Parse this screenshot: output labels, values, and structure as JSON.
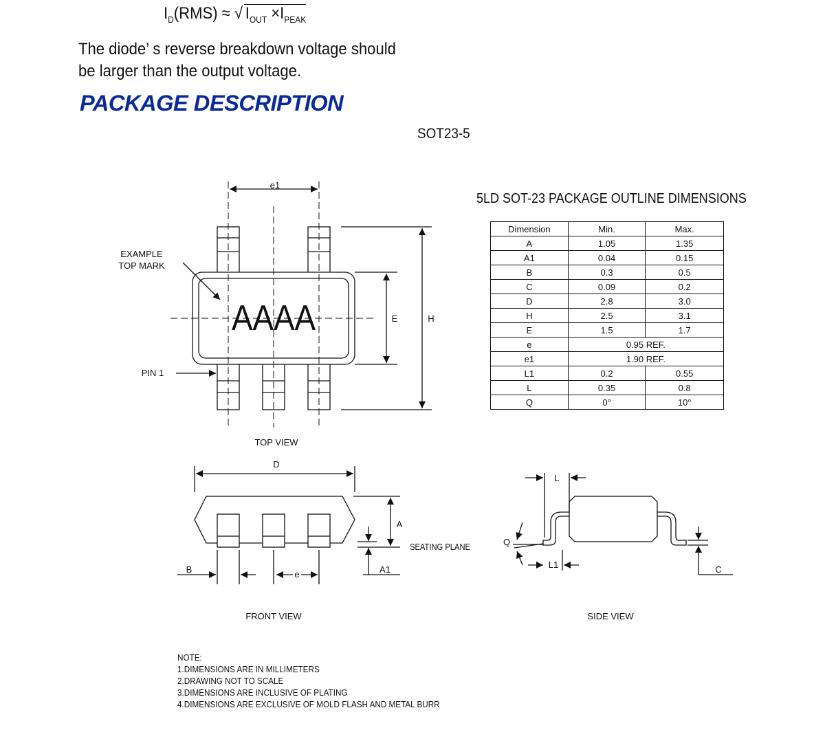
{
  "formula": {
    "lhs_main": "I",
    "lhs_sub": "D",
    "lhs_tail": "(RMS) ≈ ",
    "sqrt_sym": "√",
    "term1": "I",
    "term1_sub": "OUT",
    "times": " ×",
    "term2": "I",
    "term2_sub": "PEAK"
  },
  "paragraph": {
    "line1": "The diode’ s reverse breakdown voltage should",
    "line2": "be larger than the output voltage."
  },
  "heading": "PACKAGE DESCRIPTION",
  "package_name": "SOT23-5",
  "table": {
    "title": "5LD SOT-23 PACKAGE OUTLINE DIMENSIONS",
    "headers": [
      "Dimension",
      "Min.",
      "Max."
    ],
    "rows": [
      [
        "A",
        "1.05",
        "1.35"
      ],
      [
        "A1",
        "0.04",
        "0.15"
      ],
      [
        "B",
        "0.3",
        "0.5"
      ],
      [
        "C",
        "0.09",
        "0.2"
      ],
      [
        "D",
        "2.8",
        "3.0"
      ],
      [
        "H",
        "2.5",
        "3.1"
      ],
      [
        "E",
        "1.5",
        "1.7"
      ],
      [
        "e",
        "0.95 REF."
      ],
      [
        "e1",
        "1.90 REF."
      ],
      [
        "L1",
        "0.2",
        "0.55"
      ],
      [
        "L",
        "0.35",
        "0.8"
      ],
      [
        "Q",
        "0°",
        "10°"
      ]
    ]
  },
  "drawing": {
    "top_view": {
      "caption": "TOP VIEW",
      "mark": "AAAA",
      "example_line1": "EXAMPLE",
      "example_line2": "TOP MARK",
      "pin1": "PIN 1",
      "e1": "e1",
      "E": "E",
      "H": "H"
    },
    "front_view": {
      "caption": "FRONT VIEW",
      "D": "D",
      "A": "A",
      "A1": "A1",
      "B": "B",
      "e": "e",
      "seating": "SEATING PLANE"
    },
    "side_view": {
      "caption": "SIDE VIEW",
      "L": "L",
      "L1": "L1",
      "Q": "Q",
      "C": "C"
    }
  },
  "notes": [
    "NOTE:",
    "1.DIMENSIONS ARE IN MILLIMETERS",
    "2.DRAWING NOT TO SCALE",
    "3.DIMENSIONS ARE INCLUSIVE OF PLATING",
    "4.DIMENSIONS ARE EXCLUSIVE OF MOLD FLASH AND METAL BURR"
  ]
}
